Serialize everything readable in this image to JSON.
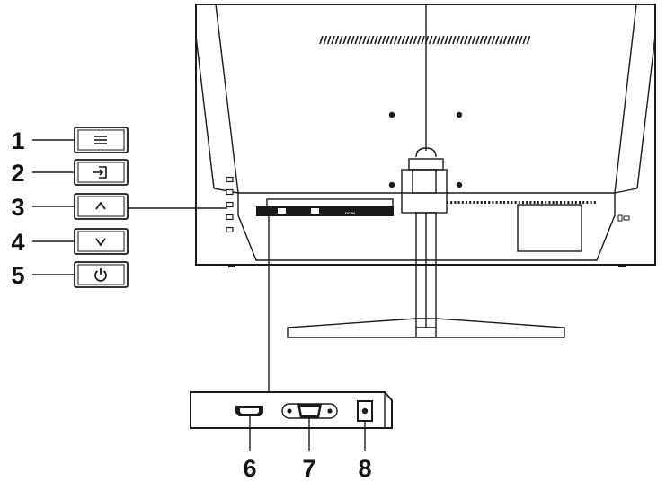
{
  "buttons": [
    {
      "number": "1",
      "icon": "menu-icon"
    },
    {
      "number": "2",
      "icon": "input-source-icon"
    },
    {
      "number": "3",
      "icon": "chevron-up-icon"
    },
    {
      "number": "4",
      "icon": "chevron-down-icon"
    },
    {
      "number": "5",
      "icon": "power-icon"
    }
  ],
  "ports": [
    {
      "number": "6",
      "icon": "hdmi-port-icon"
    },
    {
      "number": "7",
      "icon": "vga-port-icon"
    },
    {
      "number": "8",
      "icon": "dc-in-port-icon"
    }
  ],
  "port_strip_label": "DC IN"
}
